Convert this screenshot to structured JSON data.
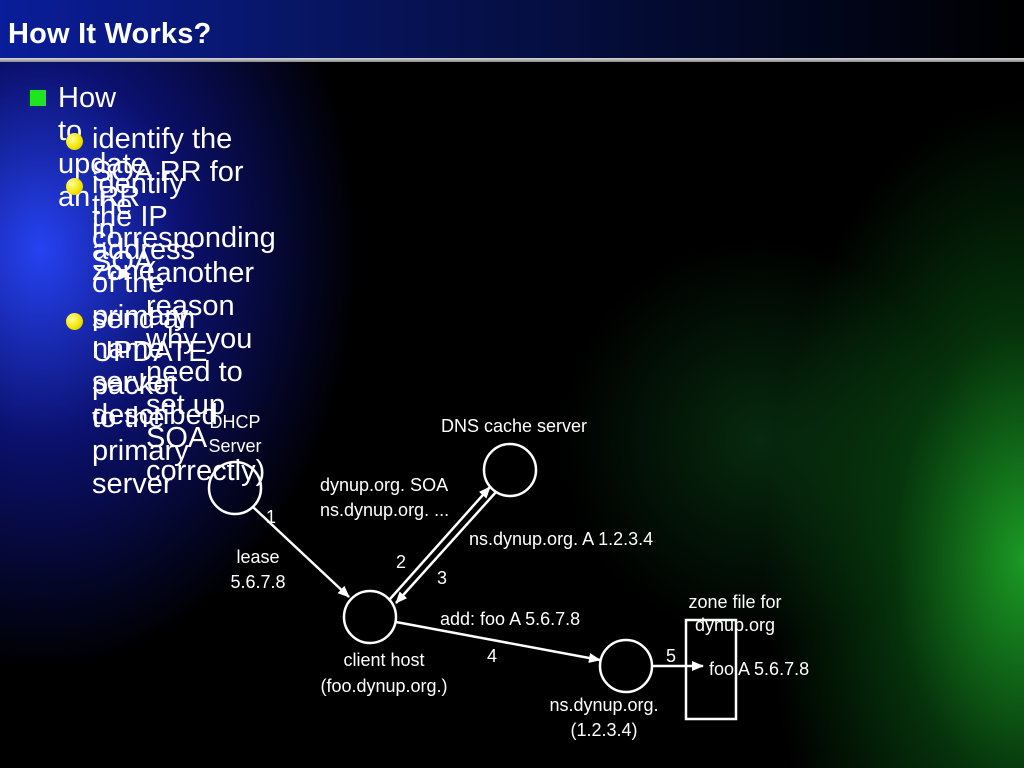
{
  "slide": {
    "title": "How It Works?",
    "bullets": {
      "main": "How to update an RR",
      "sub1": "identify the SOA RR for the corresponding zone",
      "sub2_line1": "identify the IP address of the primary name server described",
      "sub2_line2": "in SOA",
      "sub2_note": "(another reason why you need to set up SOA correctly)",
      "sub3": "send an UPDATE packet to the primary server"
    }
  },
  "diagram": {
    "dhcp_line1": "DHCP",
    "dhcp_line2": "Server",
    "dns_cache": "DNS cache server",
    "client_line1": "client host",
    "client_line2": "(foo.dynup.org.)",
    "ns_line1": "ns.dynup.org.",
    "ns_line2": "(1.2.3.4)",
    "zone_line1": "zone file for",
    "zone_line2": "dynup.org",
    "zone_record": "foo A 5.6.7.8",
    "edge1_num": "1",
    "lease_line1": "lease",
    "lease_line2": "5.6.7.8",
    "edge2_num": "2",
    "query_line1": "dynup.org. SOA",
    "query_line2": "ns.dynup.org. ...",
    "edge3_num": "3",
    "answer": "ns.dynup.org. A 1.2.3.4",
    "edge4_num": "4",
    "update": "add: foo A 5.6.7.8",
    "edge5_num": "5"
  },
  "colors": {
    "title_bar": "#0a1d9a",
    "bullet_square": "#1ee61e",
    "bullet_dot": "#f2e600",
    "text": "#ffffff"
  }
}
